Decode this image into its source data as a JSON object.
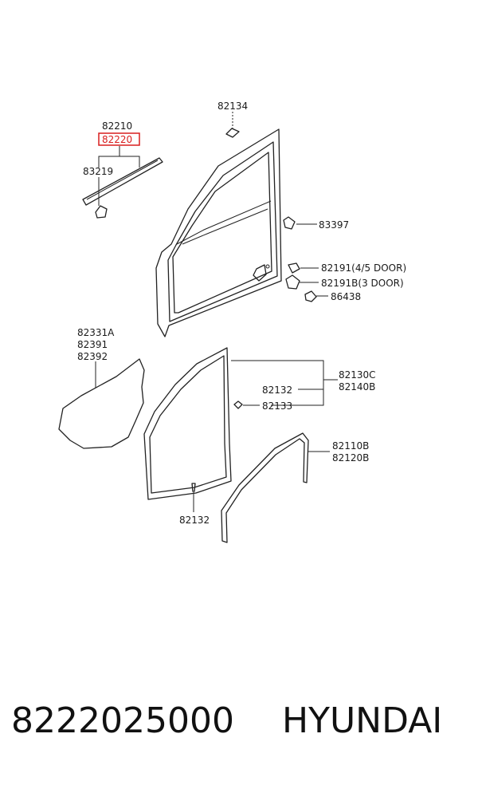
{
  "labels": {
    "p82134": "82134",
    "p82210": "82210",
    "p82220": "82220",
    "p83219": "83219",
    "p83397": "83397",
    "p82191": "82191(4/5 DOOR)",
    "p82191b": "82191B(3 DOOR)",
    "p86438": "86438",
    "p82331a": "82331A",
    "p82391": "82391",
    "p82392": "82392",
    "p82130c": "82130C",
    "p82140b": "82140B",
    "p82132a": "82132",
    "p82133": "82133",
    "p82132b": "82132",
    "p82110b": "82110B",
    "p82120b": "82120B"
  },
  "highlight_color": "#d81e1e",
  "footer": {
    "part_number": "8222025000",
    "brand": "HYUNDAI"
  }
}
